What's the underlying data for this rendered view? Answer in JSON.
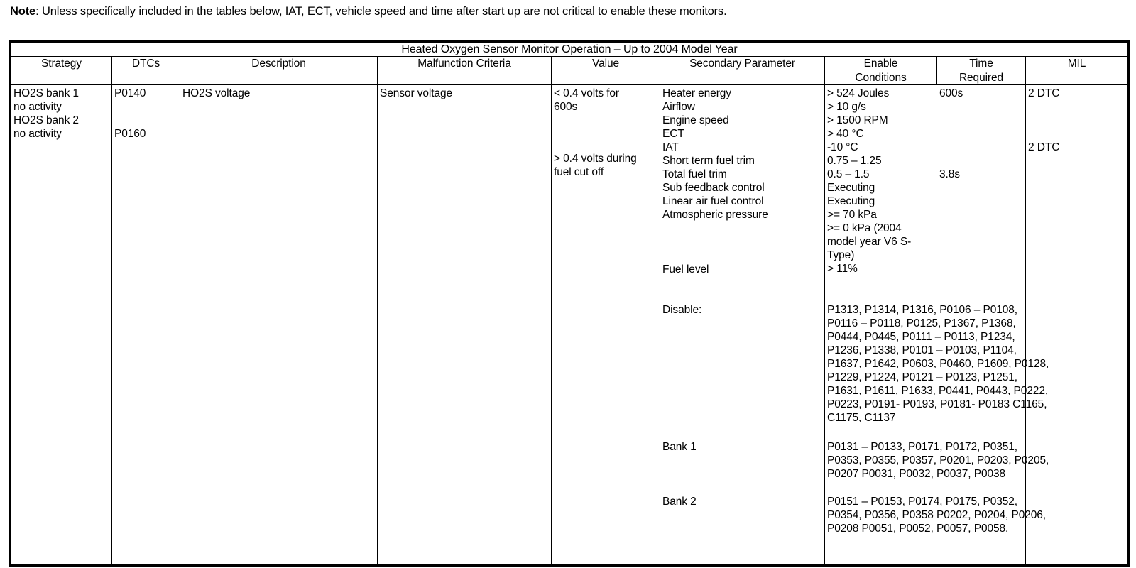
{
  "note": {
    "label": "Note",
    "text": ": Unless specifically included in the tables below, IAT, ECT, vehicle speed and time after start up are not critical to enable these monitors."
  },
  "table": {
    "title": "Heated Oxygen Sensor Monitor Operation – Up to 2004 Model Year",
    "headers": {
      "strategy": "Strategy",
      "dtcs": "DTCs",
      "description": "Description",
      "malfunction_criteria": "Malfunction Criteria",
      "value": "Value",
      "secondary_parameter": "Secondary Parameter",
      "enable_conditions_line1": "Enable",
      "enable_conditions_line2": "Conditions",
      "time_required_line1": "Time",
      "time_required_line2": "Required",
      "mil": "MIL"
    },
    "row": {
      "strategy": {
        "line1": "HO2S bank 1",
        "line2": "no activity",
        "line3": "HO2S bank 2",
        "line4": "no activity"
      },
      "dtcs": {
        "first": "P0140",
        "second": "P0160"
      },
      "description": "HO2S voltage",
      "malfunction_criteria": "Sensor voltage",
      "value": {
        "line1": "< 0.4 volts for",
        "line2": "600s",
        "line3": "> 0.4 volts during",
        "line4": "fuel cut off"
      },
      "secondary_parameters": [
        "Heater energy",
        "Airflow",
        "Engine speed",
        "ECT",
        "IAT",
        "Short term fuel trim",
        "Total fuel trim",
        "Sub feedback control",
        "Linear air fuel control",
        "Atmospheric pressure"
      ],
      "secondary_fuel_level": "Fuel level",
      "secondary_disable": "Disable:",
      "secondary_bank1": "Bank 1",
      "secondary_bank2": "Bank 2",
      "enable_conditions": [
        "> 524 Joules",
        "> 10 g/s",
        "> 1500 RPM",
        "> 40 °C",
        "-10 °C",
        "0.75 – 1.25",
        "0.5 – 1.5",
        "Executing",
        "Executing",
        ">= 70 kPa",
        ">= 0 kPa (2004",
        "model year V6 S-",
        "Type)",
        "> 11%"
      ],
      "disable_dtcs": [
        "P1313, P1314, P1316, P0106 – P0108,",
        "P0116 – P0118, P0125, P1367, P1368,",
        "P0444, P0445, P0111 – P0113, P1234,",
        "P1236, P1338, P0101 – P0103, P1104,",
        "P1637, P1642, P0603, P0460, P1609, P0128,",
        "P1229, P1224, P0121 – P0123, P1251,",
        "P1631, P1611, P1633, P0441, P0443, P0222,",
        "P0223, P0191- P0193, P0181- P0183 C1165,",
        "C1175, C1137"
      ],
      "bank1_dtcs": [
        "P0131 – P0133, P0171, P0172, P0351,",
        "P0353, P0355, P0357, P0201, P0203, P0205,",
        "P0207 P0031, P0032, P0037, P0038"
      ],
      "bank2_dtcs": [
        "P0151 – P0153, P0174, P0175, P0352,",
        "P0354, P0356, P0358 P0202, P0204, P0206,",
        "P0208 P0051, P0052, P0057, P0058."
      ],
      "time_required": {
        "first": "600s",
        "second": "3.8s"
      },
      "mil": {
        "first": "2 DTC",
        "second": "2 DTC"
      }
    }
  }
}
